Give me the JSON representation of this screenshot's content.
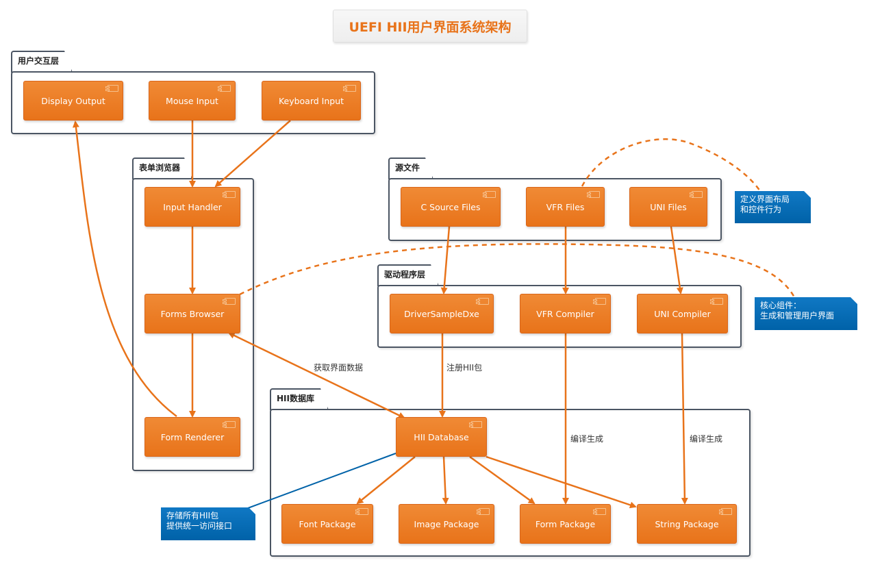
{
  "title": "UEFI HII用户界面系统架构",
  "packages": {
    "user_interaction": "用户交互层",
    "form_browser": "表单浏览器",
    "source_files": "源文件",
    "driver_layer": "驱动程序层",
    "hii_database": "HII数据库"
  },
  "components": {
    "display_output": "Display Output",
    "mouse_input": "Mouse Input",
    "keyboard_input": "Keyboard Input",
    "input_handler": "Input Handler",
    "forms_browser": "Forms Browser",
    "form_renderer": "Form Renderer",
    "c_source_files": "C Source Files",
    "vfr_files": "VFR Files",
    "uni_files": "UNI Files",
    "driver_sample_dxe": "DriverSampleDxe",
    "vfr_compiler": "VFR Compiler",
    "uni_compiler": "UNI Compiler",
    "hii_database": "HII Database",
    "font_package": "Font Package",
    "image_package": "Image Package",
    "form_package": "Form Package",
    "string_package": "String Package"
  },
  "edge_labels": {
    "get_ui_data": "获取界面数据",
    "register_hii": "注册HII包",
    "compile_vfr": "编译生成",
    "compile_uni": "编译生成"
  },
  "notes": {
    "vfr_note": [
      "定义界面布局",
      "和控件行为"
    ],
    "core_note": [
      "核心组件：",
      "生成和管理用户界面"
    ],
    "db_note": [
      "存储所有HII包",
      "提供统一访问接口"
    ]
  },
  "colors": {
    "component": "#e8731a",
    "edge": "#e8731a",
    "note": "#0062a8",
    "package_border": "#4b5563",
    "title_text": "#e8731a"
  }
}
